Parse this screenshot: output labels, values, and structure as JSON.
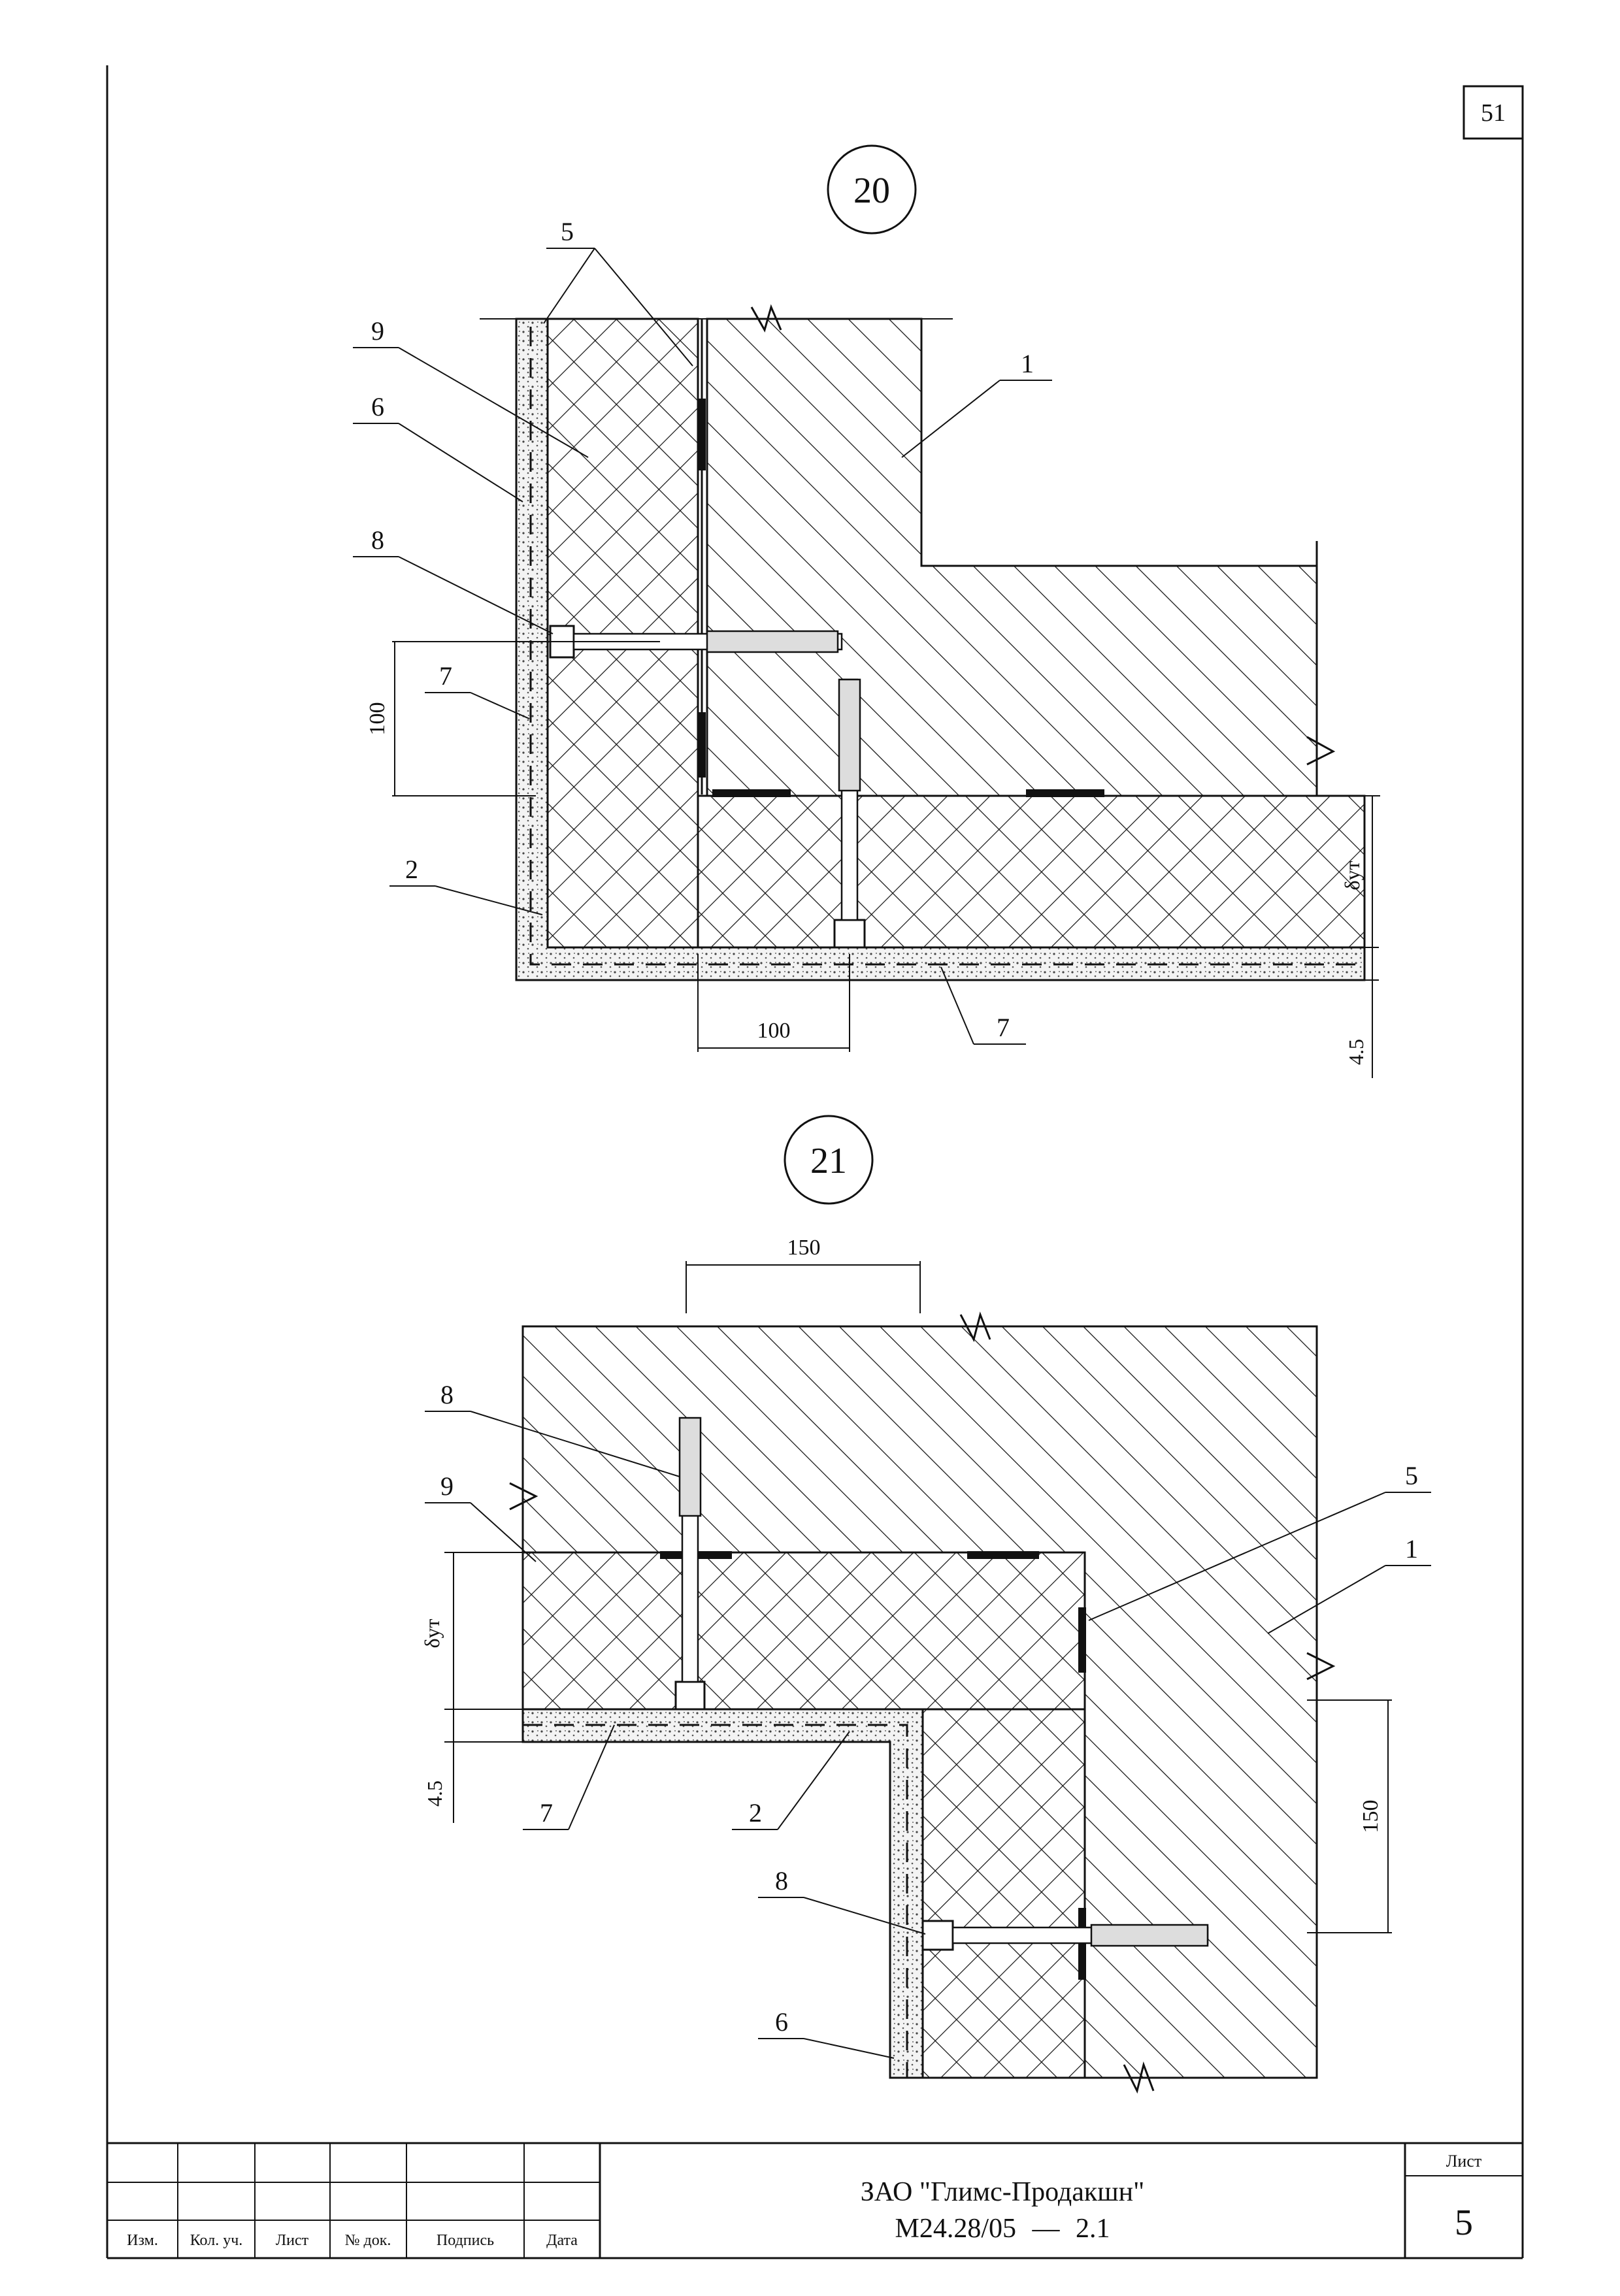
{
  "sheet_corner_number": "51",
  "detail_20": {
    "marker": "20",
    "callouts": [
      "5",
      "9",
      "6",
      "8",
      "7",
      "2",
      "1",
      "7"
    ],
    "dims": {
      "vertical": "100",
      "horizontal": "100",
      "insulation": "δут",
      "plaster": "4.5"
    }
  },
  "detail_21": {
    "marker": "21",
    "callouts": [
      "8",
      "9",
      "5",
      "1",
      "7",
      "2",
      "8",
      "6"
    ],
    "dims": {
      "top": "150",
      "right": "150",
      "insulation": "δут",
      "plaster": "4.5"
    }
  },
  "title_block": {
    "col_headers": [
      "Изм.",
      "Кол. уч.",
      "Лист",
      "№ док.",
      "Подпись",
      "Дата"
    ],
    "company": "ЗАО \"Глимс-Продакшн\"",
    "code": "М24.28/05",
    "dash": "—",
    "code_suffix": "2.1",
    "sheet_label": "Лист",
    "sheet_number": "5"
  }
}
